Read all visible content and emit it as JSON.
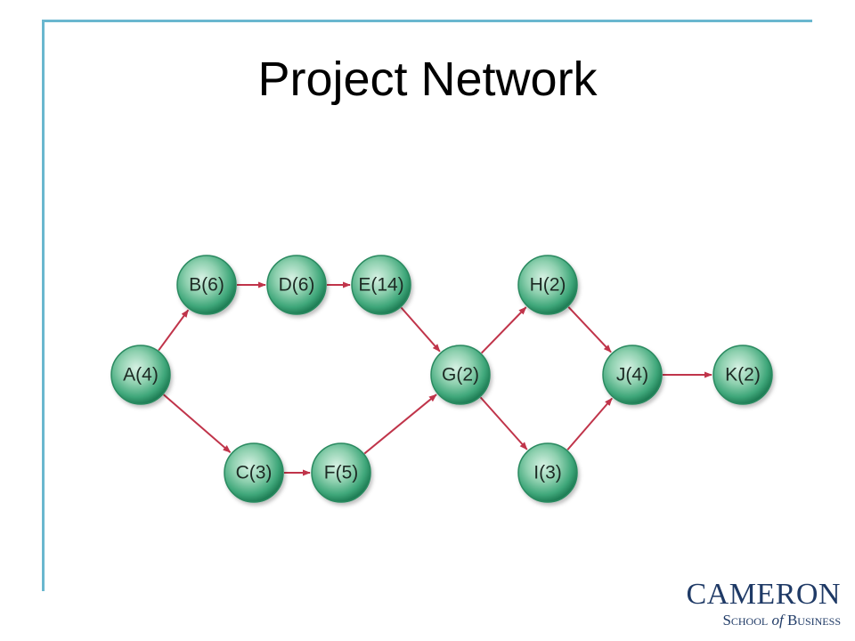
{
  "slide": {
    "title": "Project Network"
  },
  "logo": {
    "main": "CAMERON",
    "sub_before": "School ",
    "sub_italic": "of",
    "sub_after": " Business"
  },
  "colors": {
    "frame": "#6ab7cf",
    "node_fill": "#3fa77a",
    "arrow": "#c0344a",
    "logo": "#1f3a66"
  },
  "network": {
    "nodes": [
      {
        "id": "A",
        "label": "A(4)"
      },
      {
        "id": "B",
        "label": "B(6)"
      },
      {
        "id": "C",
        "label": "C(3)"
      },
      {
        "id": "D",
        "label": "D(6)"
      },
      {
        "id": "E",
        "label": "E(14)"
      },
      {
        "id": "F",
        "label": "F(5)"
      },
      {
        "id": "G",
        "label": "G(2)"
      },
      {
        "id": "H",
        "label": "H(2)"
      },
      {
        "id": "I",
        "label": "I(3)"
      },
      {
        "id": "J",
        "label": "J(4)"
      },
      {
        "id": "K",
        "label": "K(2)"
      }
    ],
    "edges": [
      {
        "from": "A",
        "to": "B"
      },
      {
        "from": "A",
        "to": "C"
      },
      {
        "from": "B",
        "to": "D"
      },
      {
        "from": "D",
        "to": "E"
      },
      {
        "from": "C",
        "to": "F"
      },
      {
        "from": "E",
        "to": "G"
      },
      {
        "from": "F",
        "to": "G"
      },
      {
        "from": "G",
        "to": "H"
      },
      {
        "from": "G",
        "to": "I"
      },
      {
        "from": "H",
        "to": "J"
      },
      {
        "from": "I",
        "to": "J"
      },
      {
        "from": "J",
        "to": "K"
      }
    ]
  }
}
